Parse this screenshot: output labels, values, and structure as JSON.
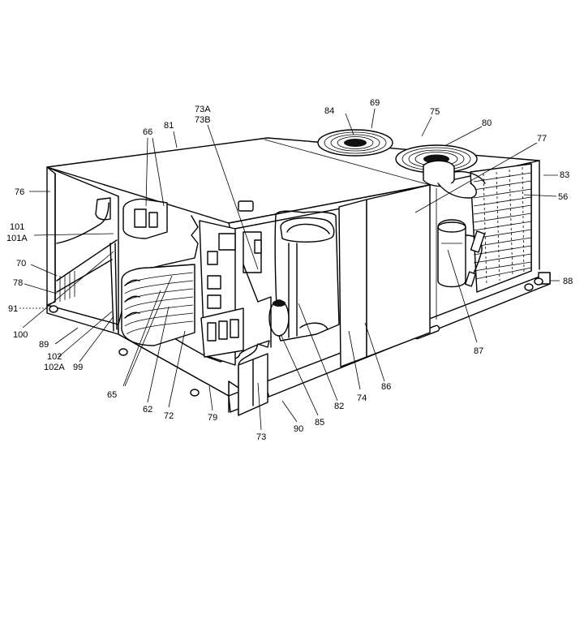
{
  "colors": {
    "ink": "#000000",
    "paper": "#ffffff"
  },
  "labels": [
    {
      "id": "84",
      "text": "84"
    },
    {
      "id": "69",
      "text": "69"
    },
    {
      "id": "75",
      "text": "75"
    },
    {
      "id": "80",
      "text": "80"
    },
    {
      "id": "77",
      "text": "77"
    },
    {
      "id": "83",
      "text": "83"
    },
    {
      "id": "56",
      "text": "56"
    },
    {
      "id": "88",
      "text": "88"
    },
    {
      "id": "87",
      "text": "87"
    },
    {
      "id": "86",
      "text": "86"
    },
    {
      "id": "74",
      "text": "74"
    },
    {
      "id": "82",
      "text": "82"
    },
    {
      "id": "85",
      "text": "85"
    },
    {
      "id": "90",
      "text": "90"
    },
    {
      "id": "73",
      "text": "73"
    },
    {
      "id": "79",
      "text": "79"
    },
    {
      "id": "72",
      "text": "72"
    },
    {
      "id": "62",
      "text": "62"
    },
    {
      "id": "65",
      "text": "65"
    },
    {
      "id": "99",
      "text": "99"
    },
    {
      "id": "102",
      "text": "102"
    },
    {
      "id": "102A",
      "text": "102A"
    },
    {
      "id": "89",
      "text": "89"
    },
    {
      "id": "100",
      "text": "100"
    },
    {
      "id": "91",
      "text": "91"
    },
    {
      "id": "78",
      "text": "78"
    },
    {
      "id": "70",
      "text": "70"
    },
    {
      "id": "101",
      "text": "101"
    },
    {
      "id": "101A",
      "text": "101A"
    },
    {
      "id": "76",
      "text": "76"
    },
    {
      "id": "66",
      "text": "66"
    },
    {
      "id": "81",
      "text": "81"
    },
    {
      "id": "73A",
      "text": "73A"
    },
    {
      "id": "73B",
      "text": "73B"
    }
  ]
}
